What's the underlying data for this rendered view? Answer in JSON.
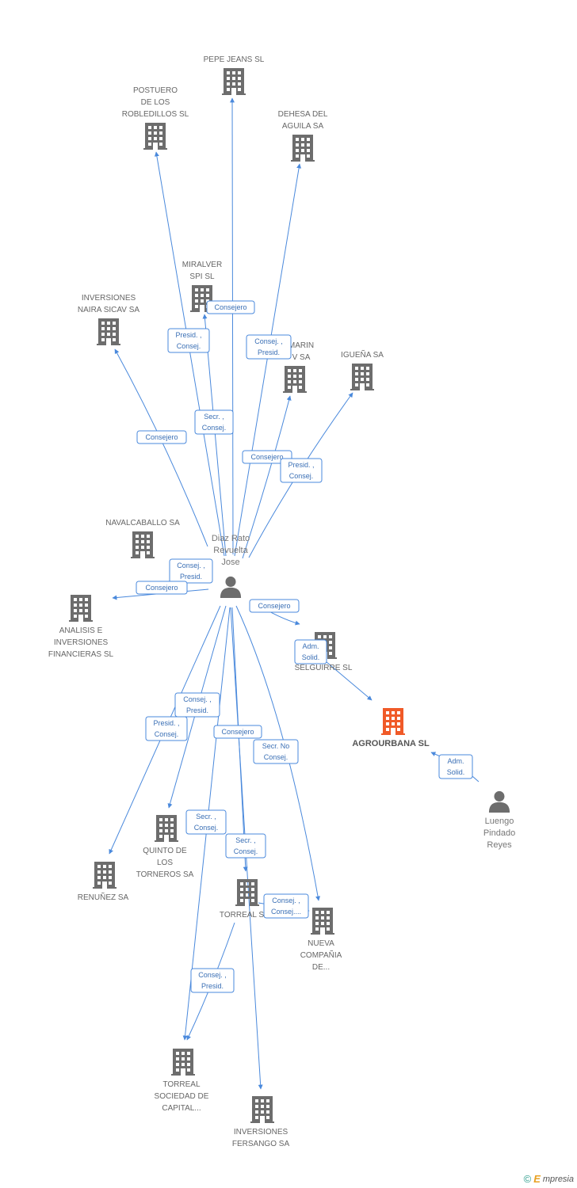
{
  "nodes": {
    "pepe_jeans": {
      "lines": [
        "PEPE JEANS SL"
      ]
    },
    "postuero": {
      "lines": [
        "POSTUERO",
        "DE LOS",
        "ROBLEDILLOS SL"
      ]
    },
    "dehesa": {
      "lines": [
        "DEHESA DEL",
        "AGUILA SA"
      ]
    },
    "miralver": {
      "lines": [
        "MIRALVER",
        "SPI SL"
      ]
    },
    "inversiones_naira": {
      "lines": [
        "INVERSIONES",
        "NAIRA SICAV SA"
      ]
    },
    "marin": {
      "lines": [
        "MARIN",
        "V SA"
      ]
    },
    "iguena": {
      "lines": [
        "IGUEÑA SA"
      ]
    },
    "navalcaballo": {
      "lines": [
        "NAVALCABALLO SA"
      ]
    },
    "analisis": {
      "lines": [
        "ANALISIS E",
        "INVERSIONES",
        "FINANCIERAS SL"
      ]
    },
    "selguirre": {
      "lines": [
        "SELGUIRRE SL"
      ]
    },
    "agrourbana": {
      "lines": [
        "AGROURBANA SL"
      ]
    },
    "quinto": {
      "lines": [
        "QUINTO DE",
        "LOS",
        "TORNEROS SA"
      ]
    },
    "renunez": {
      "lines": [
        "RENUÑEZ SA"
      ]
    },
    "torreal_s": {
      "lines": [
        "TORREAL S"
      ]
    },
    "nueva": {
      "lines": [
        "NUEVA",
        "COMPAÑIA",
        "DE..."
      ]
    },
    "torreal_sociedad": {
      "lines": [
        "TORREAL",
        "SOCIEDAD DE",
        "CAPITAL..."
      ]
    },
    "fersango": {
      "lines": [
        "INVERSIONES",
        "FERSANGO SA"
      ]
    }
  },
  "persons": {
    "diaz": {
      "lines": [
        "Diaz Rato",
        "Revuelta",
        "Jose"
      ]
    },
    "luengo": {
      "lines": [
        "Luengo",
        "Pindado",
        "Reyes"
      ]
    }
  },
  "edges": [
    {
      "id": "pepe_jeans",
      "label": [
        "Consejero"
      ]
    },
    {
      "id": "postuero",
      "label": [
        "Presid. ,",
        "Consej."
      ]
    },
    {
      "id": "dehesa",
      "label": [
        "Consej. ,",
        "Presid."
      ]
    },
    {
      "id": "miralver",
      "label": [
        "Secr. ,",
        "Consej."
      ]
    },
    {
      "id": "inversiones_naira",
      "label": [
        "Consejero"
      ]
    },
    {
      "id": "marin",
      "label": [
        "Consejero"
      ]
    },
    {
      "id": "iguena",
      "label": [
        "Presid. ,",
        "Consej."
      ]
    },
    {
      "id": "navalcaballo",
      "label": [
        "Consej. ,",
        "Presid."
      ]
    },
    {
      "id": "analisis",
      "label": [
        "Consejero"
      ]
    },
    {
      "id": "selguirre",
      "label": [
        "Consejero"
      ]
    },
    {
      "id": "selguirre_agro",
      "label": [
        "Adm.",
        "Solid."
      ]
    },
    {
      "id": "luengo_agro",
      "label": [
        "Adm.",
        "Solid."
      ]
    },
    {
      "id": "quinto",
      "label": [
        "Consej. ,",
        "Presid."
      ]
    },
    {
      "id": "renunez",
      "label": [
        "Presid. ,",
        "Consej."
      ]
    },
    {
      "id": "torreal_s",
      "label": [
        "Consejero"
      ]
    },
    {
      "id": "nueva",
      "label": [
        "Secr.  No",
        "Consej."
      ]
    },
    {
      "id": "torreal_sociedad",
      "label": [
        "Secr. ,",
        "Consej."
      ]
    },
    {
      "id": "fersango",
      "label": [
        "Secr. ,",
        "Consej."
      ]
    },
    {
      "id": "torreal_s_nueva",
      "label": [
        "Consej. ,",
        "Consej...."
      ]
    },
    {
      "id": "torreal_s_sociedad",
      "label": [
        "Consej. ,",
        "Presid."
      ]
    }
  ],
  "footer": {
    "copyright": "©",
    "brand_e": "E",
    "brand_rest": "mpresia"
  },
  "colors": {
    "edge": "#4a89dc",
    "building": "#6d6d6d",
    "highlight": "#f05a28",
    "person": "#6d6d6d"
  }
}
